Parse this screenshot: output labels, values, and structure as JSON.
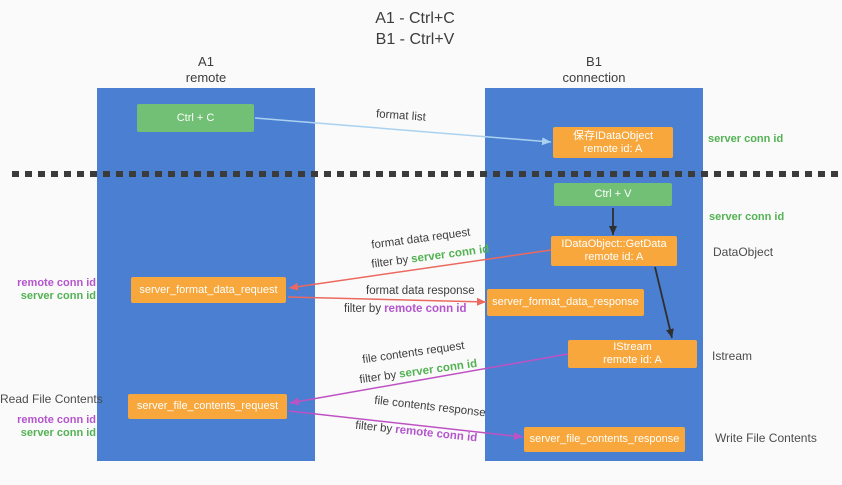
{
  "colors": {
    "bg": "#fafafa",
    "column_blue": "#4b7fd2",
    "node_orange": "#f7a73c",
    "node_green": "#72c075",
    "text_dark": "#3d3d3d",
    "text_gray": "#4c4c4c",
    "green_text": "#53b253",
    "purple_text": "#b455cd",
    "arrow_red": "#eb695f",
    "arrow_magenta": "#bf52c3",
    "arrow_black": "#2f2f2f",
    "arrow_lightblue": "#aad2f0",
    "separator": "#3b3b3b"
  },
  "title": {
    "line1": "A1 - Ctrl+C",
    "line2": "B1 - Ctrl+V"
  },
  "lifelines": {
    "a1": {
      "name": "A1",
      "role": "remote"
    },
    "b1": {
      "name": "B1",
      "role": "connection"
    }
  },
  "nodes": {
    "ctrl_c": "Ctrl + C",
    "ctrl_v": "Ctrl + V",
    "save_dataobject": {
      "line1": "保存IDataObject",
      "line2": "remote id: A"
    },
    "getdata": {
      "line1": "IDataObject::GetData",
      "line2": "remote id: A"
    },
    "istream": {
      "line1": "IStream",
      "line2": "remote id: A"
    },
    "format_request": "server_format_data_request",
    "format_response": "server_format_data_response",
    "file_request": "server_file_contents_request",
    "file_response": "server_file_contents_response"
  },
  "arrow_labels": {
    "format_list": "format list",
    "format_data_request": "format data request",
    "format_data_response": "format data response",
    "file_contents_request": "file contents request",
    "file_contents_response": "file contents response",
    "filter_by": "filter by"
  },
  "annotations": {
    "server_conn_id": "server conn id",
    "remote_conn_id": "remote conn id",
    "dataobject": "DataObject",
    "istream": "Istream",
    "read_file_contents": "Read File Contents",
    "write_file_contents": "Write File Contents"
  }
}
